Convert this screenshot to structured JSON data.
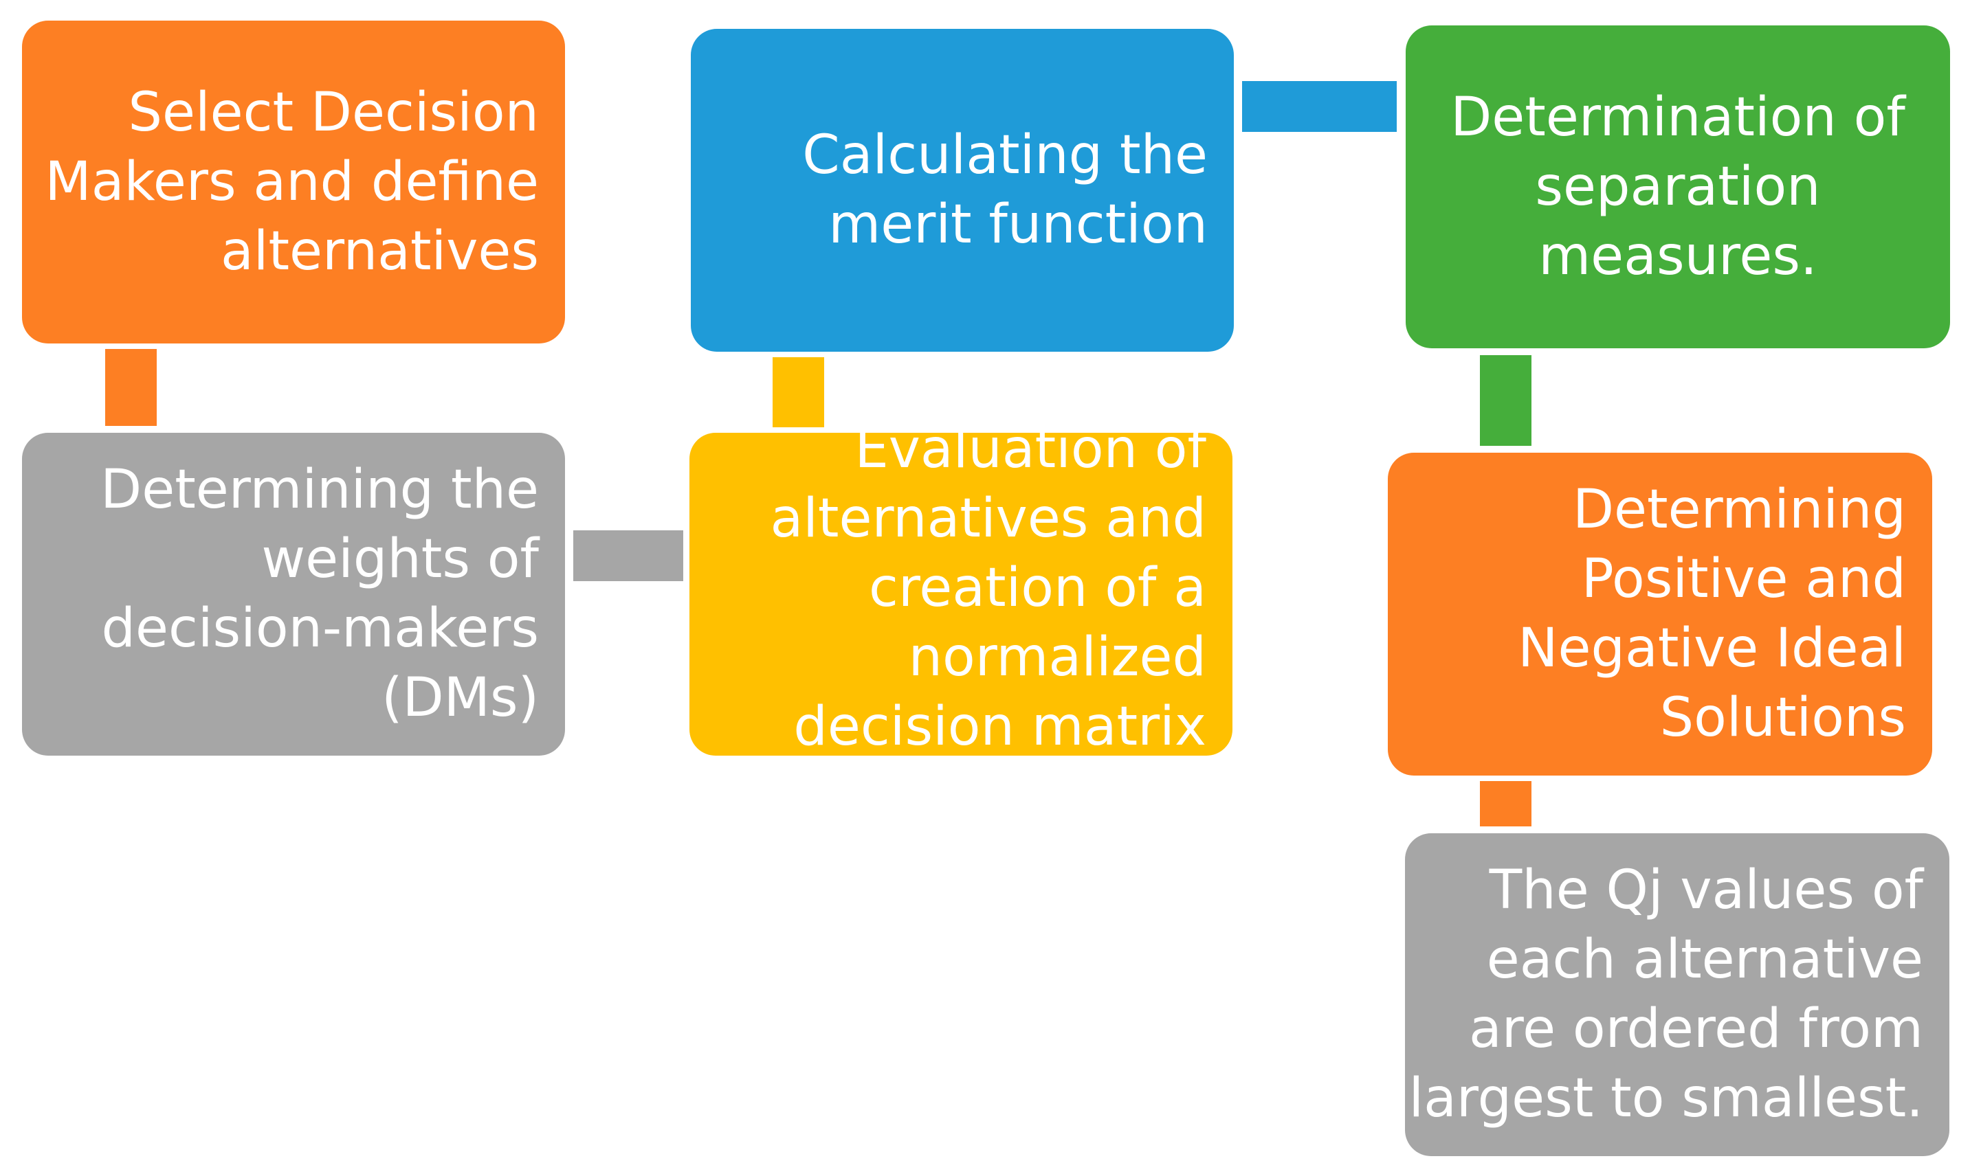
{
  "colors": {
    "orange": "#FD7F23",
    "gray": "#A6A6A6",
    "yellow": "#FFC000",
    "blue": "#1F9BD8",
    "green": "#45AE3B"
  },
  "steps": {
    "select_dms": [
      "Select Decision",
      "Makers and define",
      "alternatives"
    ],
    "weights": [
      "Determining the",
      "weights of",
      "decision-makers",
      "(DMs)"
    ],
    "evaluation": [
      "Evaluation of",
      "alternatives and",
      "creation of a",
      "normalized",
      "decision matrix"
    ],
    "merit": [
      "Calculating the",
      "merit function"
    ],
    "separation": [
      "Determination of",
      "separation",
      "measures."
    ],
    "ideal": [
      "Determining",
      "Positive and",
      "Negative Ideal",
      "Solutions"
    ],
    "ordering": [
      "The Qj values of",
      "each alternative",
      "are ordered from",
      "largest to smallest."
    ]
  }
}
